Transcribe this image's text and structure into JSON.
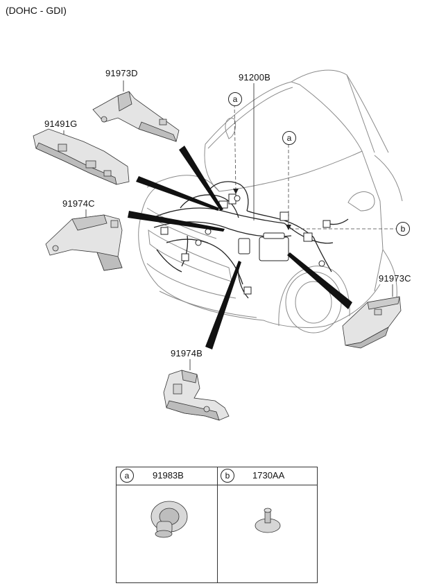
{
  "header": {
    "engine_type": "(DOHC - GDI)"
  },
  "parts": [
    {
      "id": "91973D",
      "label": "91973D"
    },
    {
      "id": "91491G",
      "label": "91491G"
    },
    {
      "id": "91974C",
      "label": "91974C"
    },
    {
      "id": "91200B",
      "label": "91200B"
    },
    {
      "id": "91973C",
      "label": "91973C"
    },
    {
      "id": "91974B",
      "label": "91974B"
    }
  ],
  "callouts": {
    "a": "a",
    "b": "b"
  },
  "legend": {
    "a": {
      "key": "a",
      "part": "91983B"
    },
    "b": {
      "key": "b",
      "part": "1730AA"
    }
  },
  "colors": {
    "line": "#222222",
    "part_fill": "#e4e4e4",
    "part_shade": "#b9b9b9",
    "car_outline": "#8a8a8a"
  }
}
